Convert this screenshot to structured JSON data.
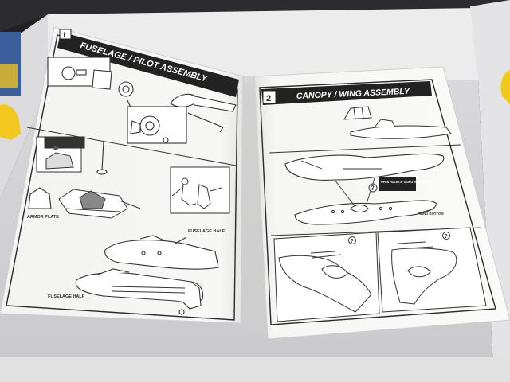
{
  "left_page": {
    "step_number": "1",
    "title": "FUSELAGE / PILOT ASSEMBLY",
    "callouts": {
      "armor_plate": "ARMOR PLATE",
      "fuselage_half_top": "FUSELAGE HALF",
      "fuselage_half_bottom": "FUSELAGE HALF"
    }
  },
  "right_page": {
    "step_number": "2",
    "title": "CANOPY / WING ASSEMBLY",
    "callouts": {
      "open_holes_note": "OPEN HOLES IF USING 20MM CANONS",
      "wing_bottom": "WING BOTTOM"
    }
  },
  "colors": {
    "box_interior": "#e9e9ea",
    "paper": "#f6f6f4",
    "ink": "#2a2a2a",
    "title_bar": "#222222",
    "accent_yellow": "#f2c81e"
  }
}
